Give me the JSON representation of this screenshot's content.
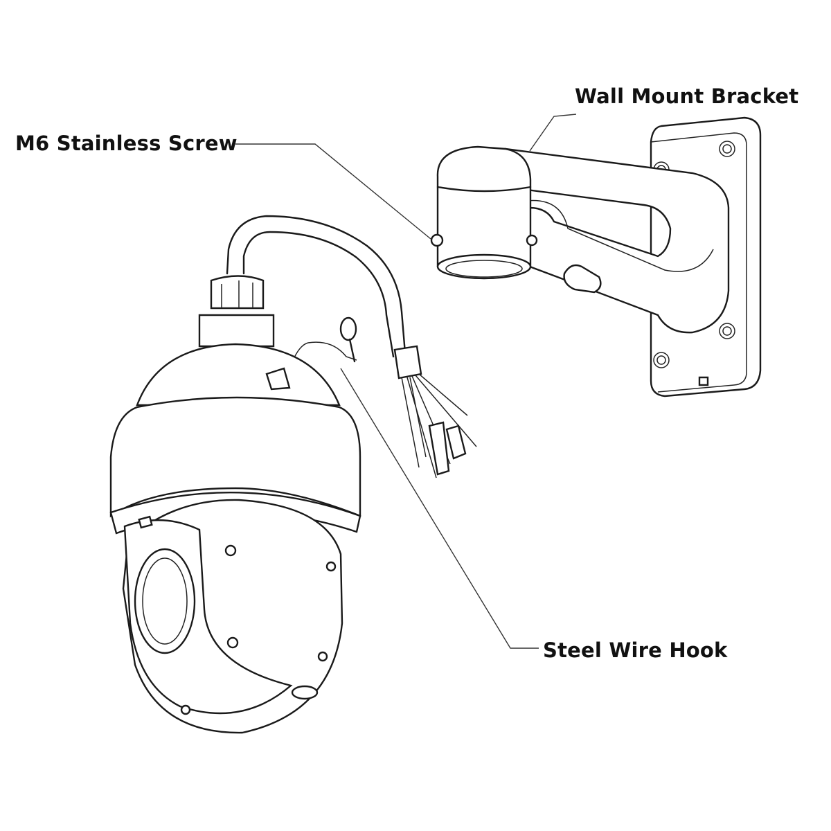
{
  "labels": {
    "wall_mount_bracket": "Wall Mount Bracket",
    "m6_screw": "M6 Stainless Screw",
    "steel_wire_hook": "Steel Wire Hook"
  },
  "colors": {
    "line": "#1a1a1a",
    "background": "#ffffff"
  }
}
